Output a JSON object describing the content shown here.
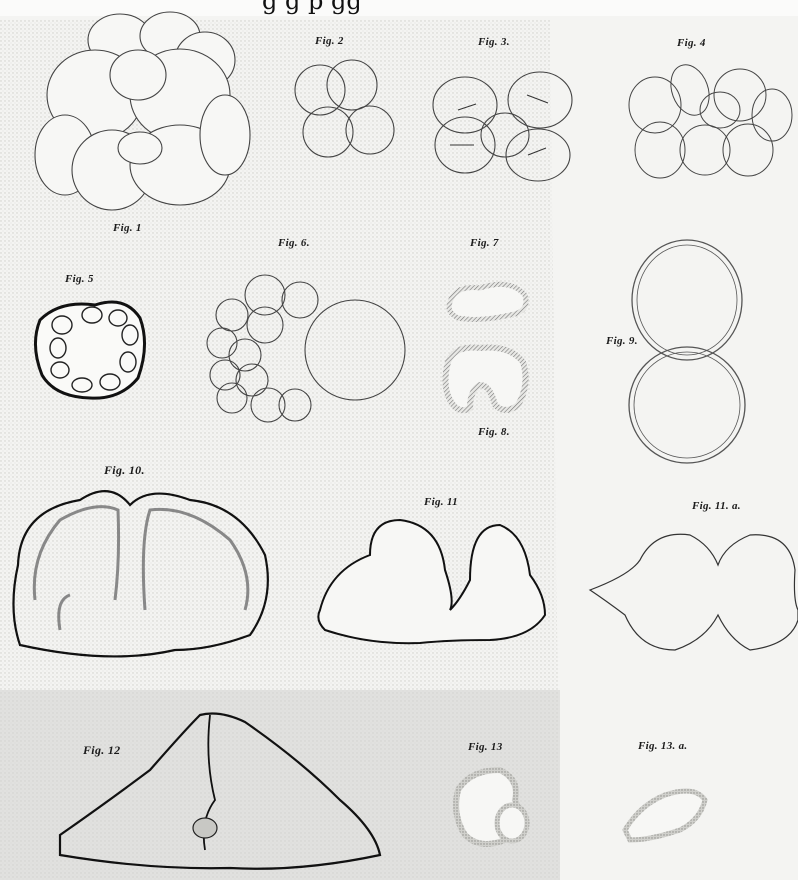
{
  "header": {
    "text": "g                     g     p        gg"
  },
  "labels": {
    "fig1": "Fig. 1",
    "fig2": "Fig. 2",
    "fig3": "Fig. 3.",
    "fig4": "Fig. 4",
    "fig5": "Fig. 5",
    "fig6": "Fig. 6.",
    "fig7": "Fig. 7",
    "fig8": "Fig. 8.",
    "fig9": "Fig. 9.",
    "fig10": "Fig. 10.",
    "fig11": "Fig. 11",
    "fig11a": "Fig. 11. a.",
    "fig12": "Fig. 12",
    "fig13": "Fig. 13",
    "fig13a": "Fig. 13. a."
  },
  "colors": {
    "paper": "#f4f4f2",
    "shade": "#d9d9d6",
    "ink": "#1a1a1a"
  }
}
